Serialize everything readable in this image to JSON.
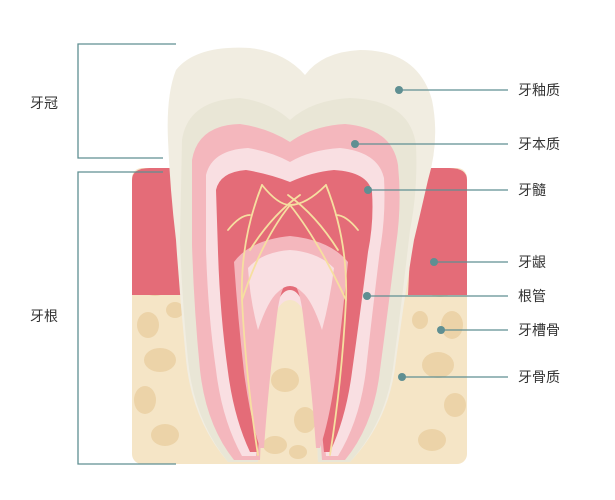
{
  "regions": {
    "crown": "牙冠",
    "root": "牙根"
  },
  "labels": {
    "enamel": "牙釉质",
    "dentin": "牙本质",
    "pulp": "牙髓",
    "gingiva": "牙龈",
    "root_canal": "根管",
    "alveolar_bone": "牙槽骨",
    "cementum": "牙骨质"
  },
  "colors": {
    "bone": "#f5e5c6",
    "bone_spots": "#ecd3a8",
    "gum": "#e46c78",
    "enamel": "#f1ede1",
    "enamel_inner": "#e9e6d6",
    "dentin": "#f4b7bd",
    "dentin_inner": "#f9dfe2",
    "pulp": "#e46c78",
    "nerve": "#f6dfa0",
    "leader": "#5f8f92"
  }
}
